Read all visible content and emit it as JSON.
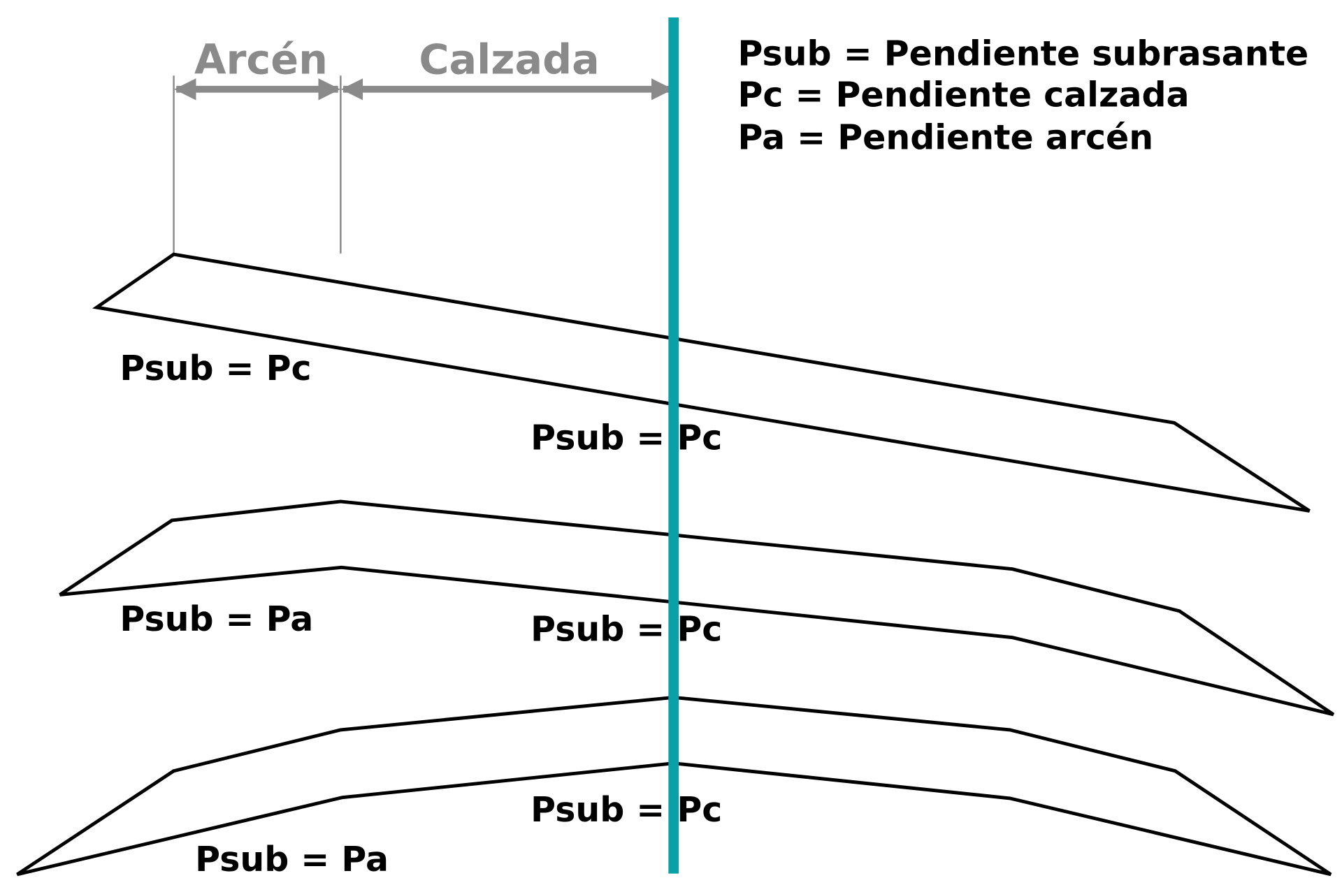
{
  "dimensions": {
    "shoulder_label": "Arcén",
    "carriageway_label": "Calzada"
  },
  "legend": [
    "Psub = Pendiente subrasante",
    "Pc = Pendiente calzada",
    "Pa = Pendiente arcén"
  ],
  "cases": [
    {
      "shoulder_label": "Psub = Pc",
      "carriageway_label": "Psub = Pc"
    },
    {
      "shoulder_label": "Psub = Pa",
      "carriageway_label": "Psub = Pc"
    },
    {
      "shoulder_label": "Psub = Pa",
      "carriageway_label": "Psub = Pc"
    }
  ],
  "colors": {
    "axis": "#0aa0a8",
    "dimension": "#8a8a8a",
    "outline": "#000000"
  }
}
